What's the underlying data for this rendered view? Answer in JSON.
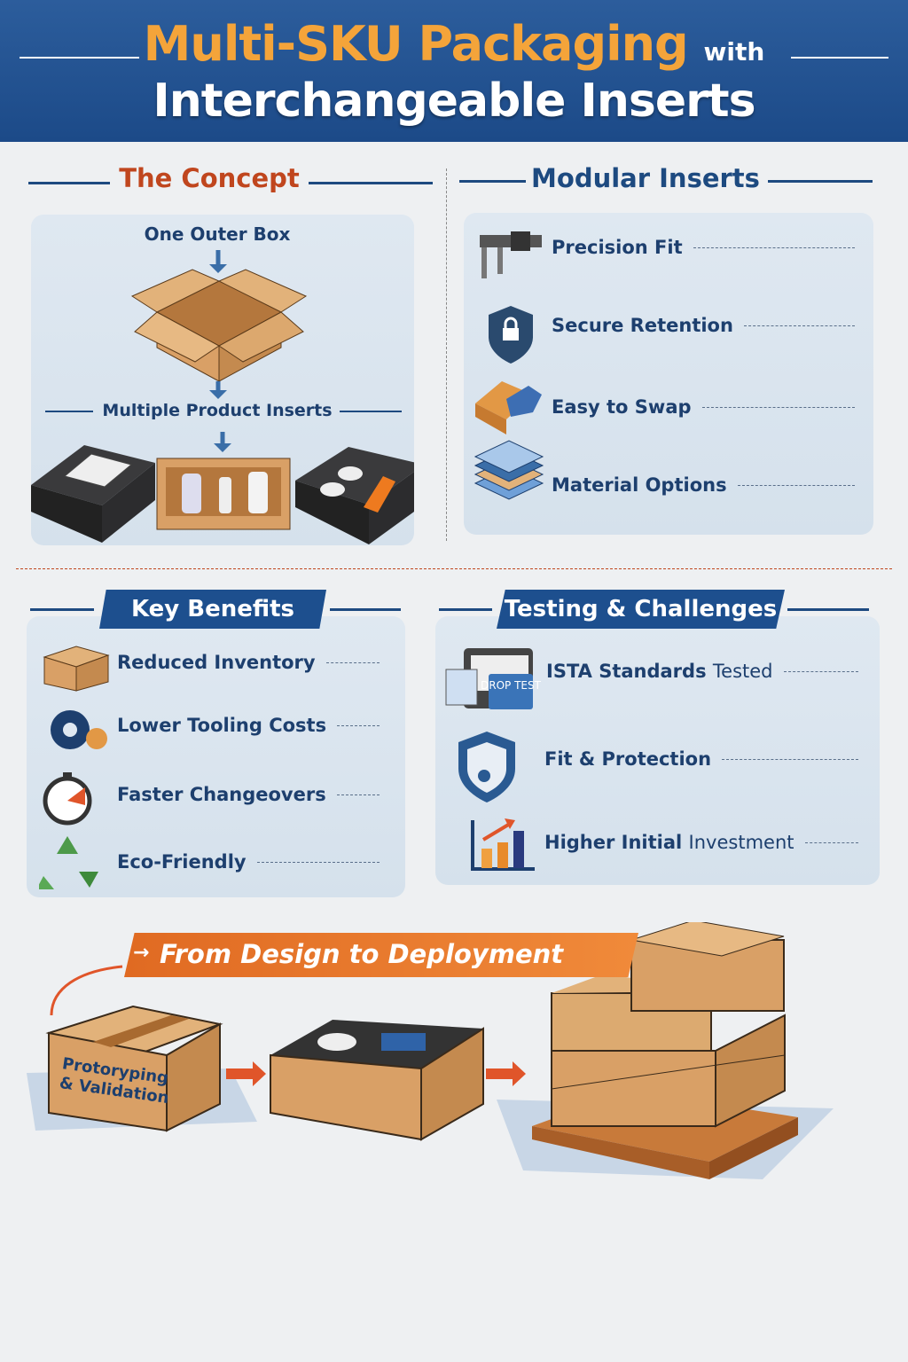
{
  "header": {
    "title_main": "Multi-SKU Packaging",
    "title_with": "with",
    "title_sub": "Interchangeable Inserts"
  },
  "concept": {
    "heading": "The Concept",
    "outer_box": "One Outer Box",
    "inserts": "Multiple Product Inserts"
  },
  "modular": {
    "heading": "Modular Inserts",
    "items": [
      {
        "label": "Precision Fit",
        "icon": "caliper-icon"
      },
      {
        "label": "Secure Retention",
        "icon": "lock-shield-icon"
      },
      {
        "label": "Easy to Swap",
        "icon": "puzzle-icon"
      },
      {
        "label": "Material Options",
        "icon": "layers-icon"
      }
    ]
  },
  "benefits": {
    "heading": "Key Benefits",
    "items": [
      {
        "label": "Reduced Inventory",
        "icon": "box-icon"
      },
      {
        "label": "Lower Tooling Costs",
        "icon": "gears-icon"
      },
      {
        "label": "Faster Changeovers",
        "icon": "stopwatch-icon"
      },
      {
        "label": "Eco-Friendly",
        "icon": "recycle-icon"
      }
    ]
  },
  "testing": {
    "heading": "Testing & Challenges",
    "drop_test": "DROP TEST",
    "items": [
      {
        "label_bold": "ISTA Standards",
        "label_light": "Tested",
        "icon": "drop-test-icon"
      },
      {
        "label_bold": "Fit & Protection",
        "label_light": "",
        "icon": "shield-icon"
      },
      {
        "label_bold": "Higher Initial",
        "label_light": "Investment",
        "icon": "bar-chart-icon"
      }
    ]
  },
  "deployment": {
    "heading": "From Design to Deployment",
    "box_label_1": "Protoryping",
    "box_label_2": "& Validation"
  },
  "colors": {
    "navy": "#1d4a80",
    "orange": "#e8742a",
    "title_orange": "#f4a43a",
    "heading_red": "#c0461e",
    "cardboard": "#d9a066"
  }
}
